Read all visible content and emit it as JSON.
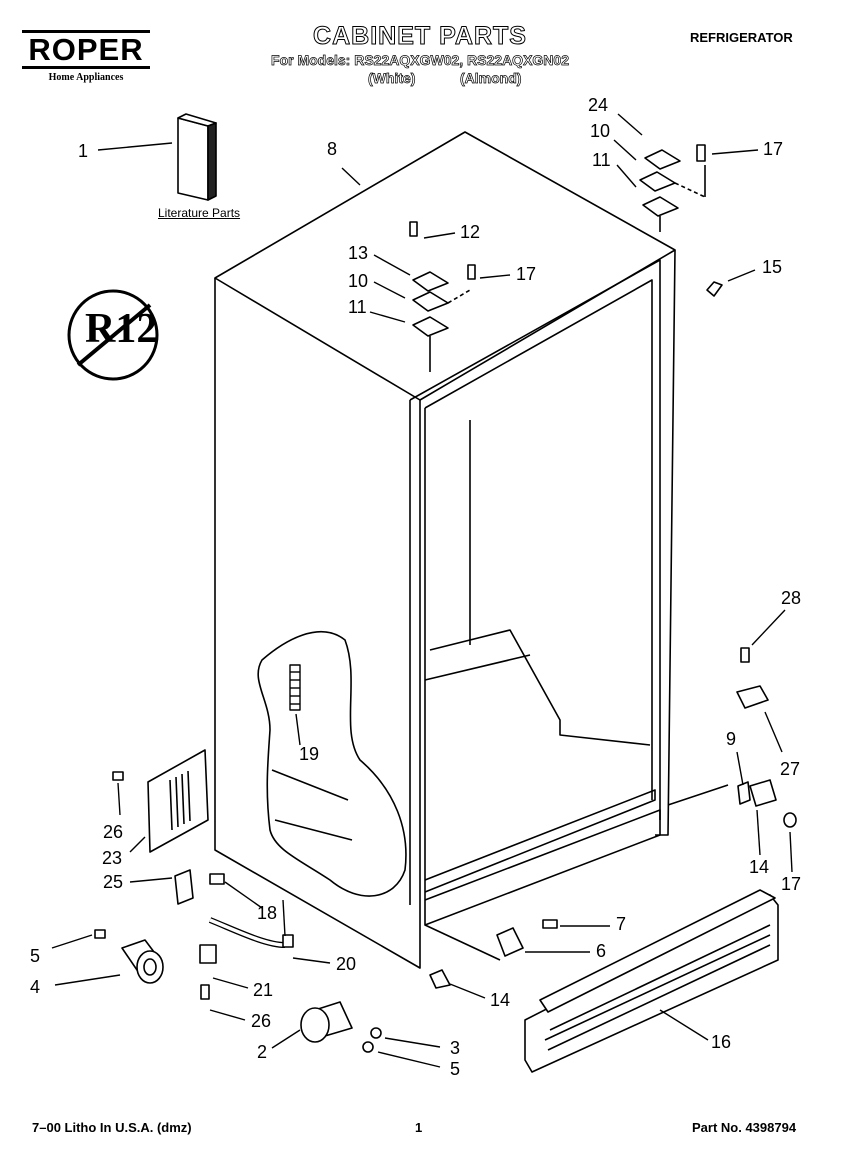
{
  "header": {
    "brand": "ROPER",
    "brand_sub": "Home Appliances",
    "title": "CABINET PARTS",
    "models_line": "For Models: RS22AQXGW02, RS22AQXGN02",
    "variant_white": "(White)",
    "variant_almond": "(Almond)",
    "category": "REFRIGERATOR"
  },
  "diagram": {
    "literature_label": "Literature Parts",
    "badge_text": "R12",
    "callouts": [
      "1",
      "8",
      "24",
      "10",
      "11",
      "17",
      "12",
      "13",
      "10",
      "17",
      "11",
      "15",
      "28",
      "19",
      "9",
      "27",
      "26",
      "23",
      "25",
      "18",
      "14",
      "17",
      "7",
      "6",
      "5",
      "4",
      "20",
      "21",
      "14",
      "26",
      "16",
      "2",
      "3",
      "5"
    ]
  },
  "footer": {
    "left": "7–00 Litho In U.S.A. (dmz)",
    "page": "1",
    "part_no": "Part No. 4398794"
  }
}
